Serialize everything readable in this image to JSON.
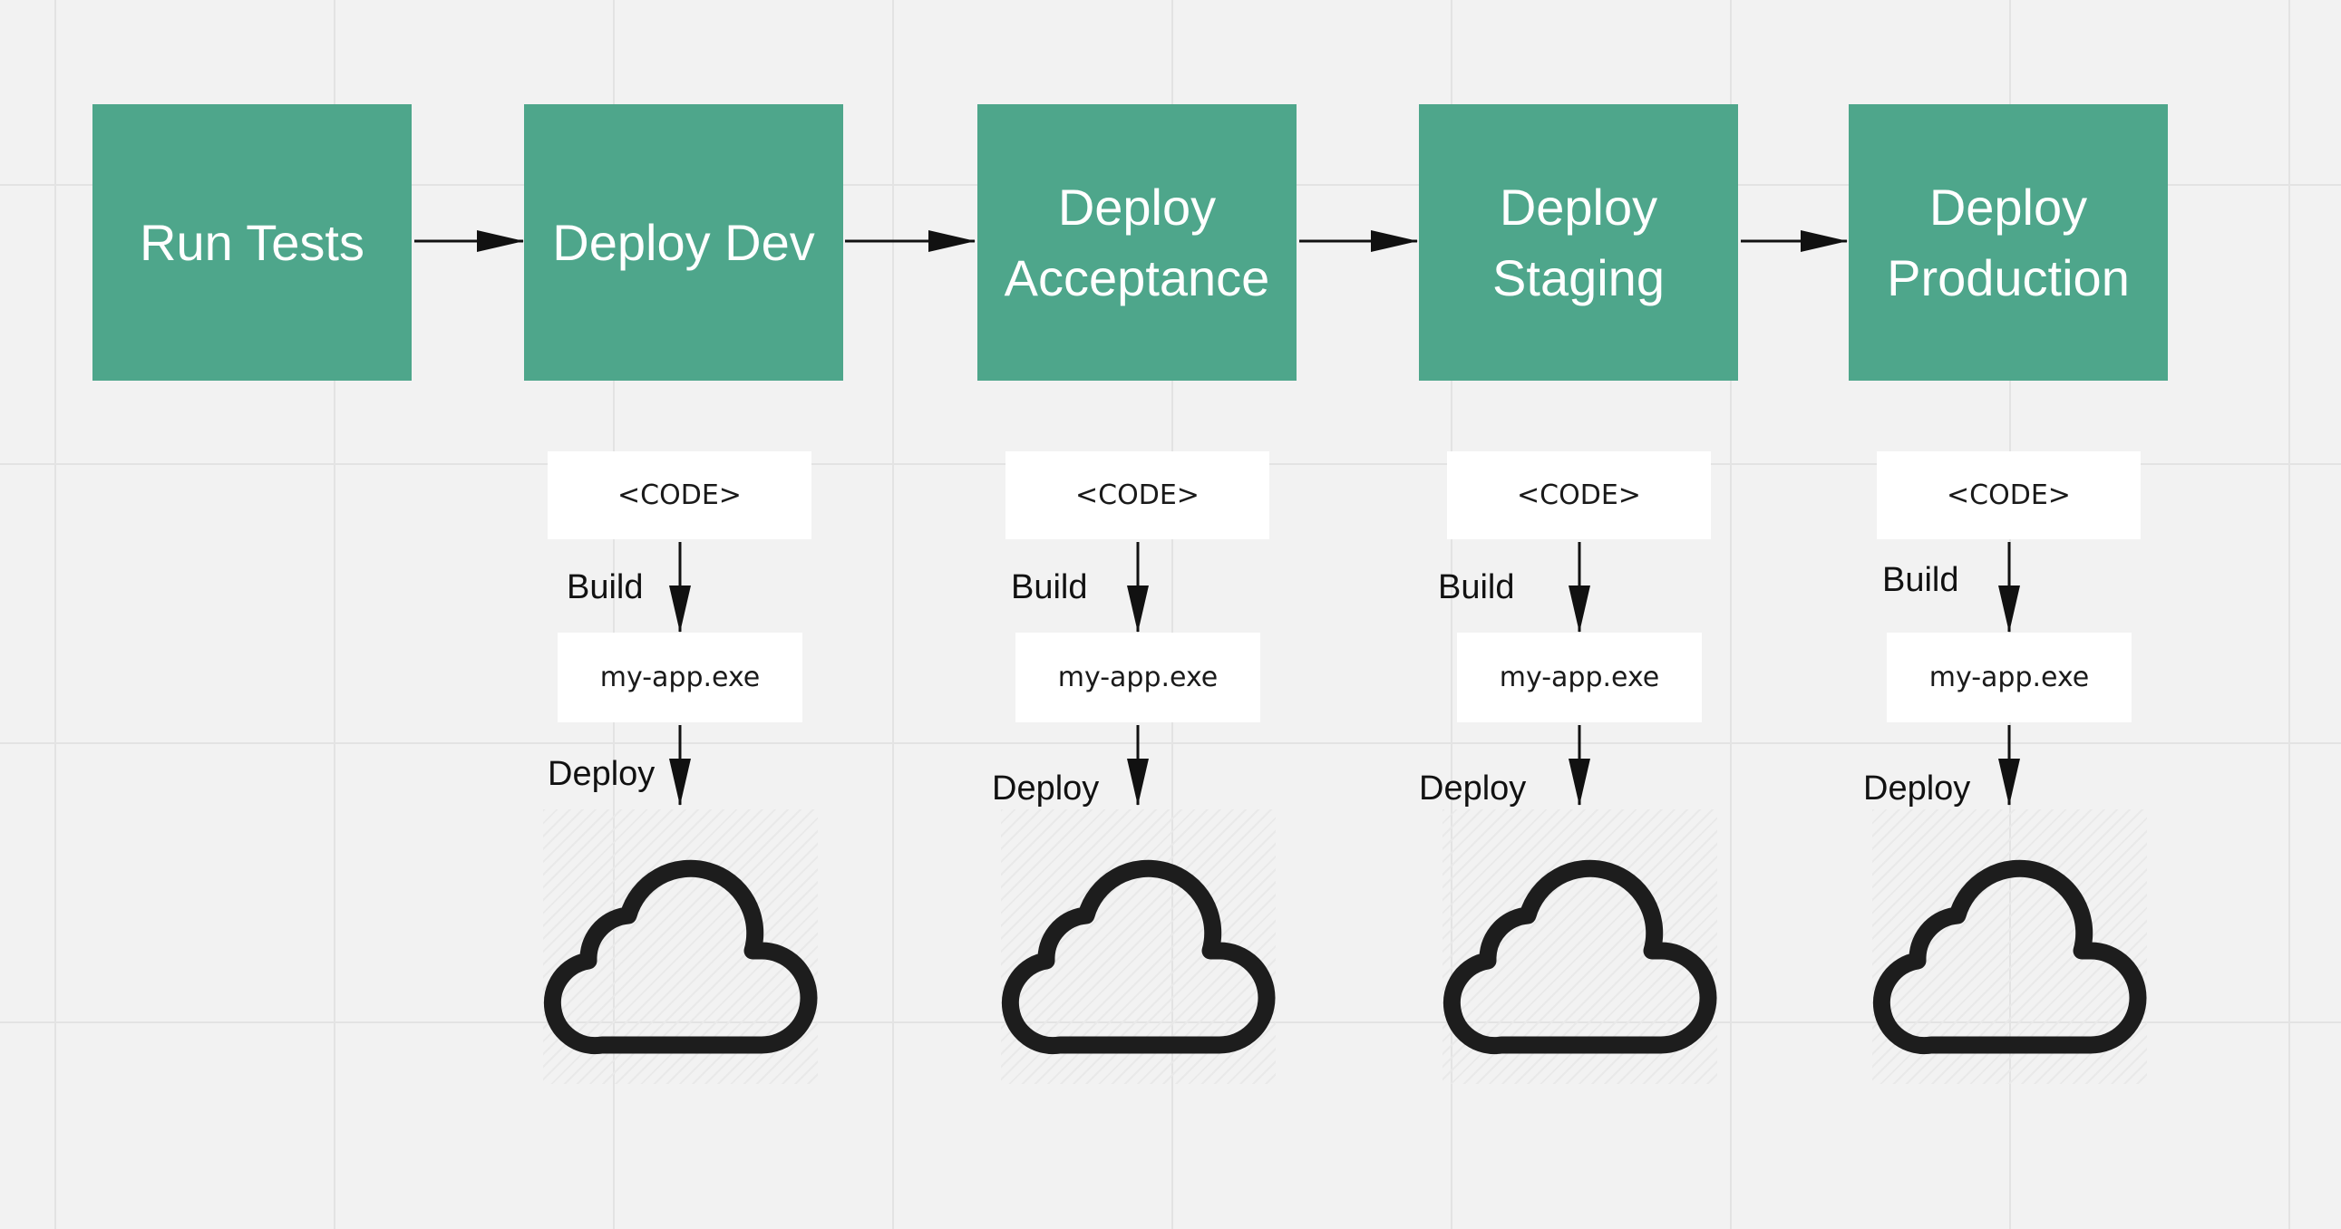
{
  "pipeline": {
    "stages": [
      {
        "label": "Run Tests"
      },
      {
        "label": "Deploy Dev"
      },
      {
        "label": "Deploy Acceptance"
      },
      {
        "label": "Deploy Staging"
      },
      {
        "label": "Deploy Production"
      }
    ],
    "color": "#4ea68b"
  },
  "lanes": [
    {
      "code": "<CODE>",
      "build_label": "Build",
      "artifact": "my-app.exe",
      "deploy_label": "Deploy",
      "target_icon": "cloud-icon"
    },
    {
      "code": "<CODE>",
      "build_label": "Build",
      "artifact": "my-app.exe",
      "deploy_label": "Deploy",
      "target_icon": "cloud-icon"
    },
    {
      "code": "<CODE>",
      "build_label": "Build",
      "artifact": "my-app.exe",
      "deploy_label": "Deploy",
      "target_icon": "cloud-icon"
    },
    {
      "code": "<CODE>",
      "build_label": "Build",
      "artifact": "my-app.exe",
      "deploy_label": "Deploy",
      "target_icon": "cloud-icon"
    }
  ],
  "colors": {
    "stage_fill": "#4ea68b",
    "stage_text": "#ffffff",
    "canvas_background": "#f2f2f2",
    "arrow": "#111111",
    "cloud_stroke": "#1d1d1d"
  }
}
